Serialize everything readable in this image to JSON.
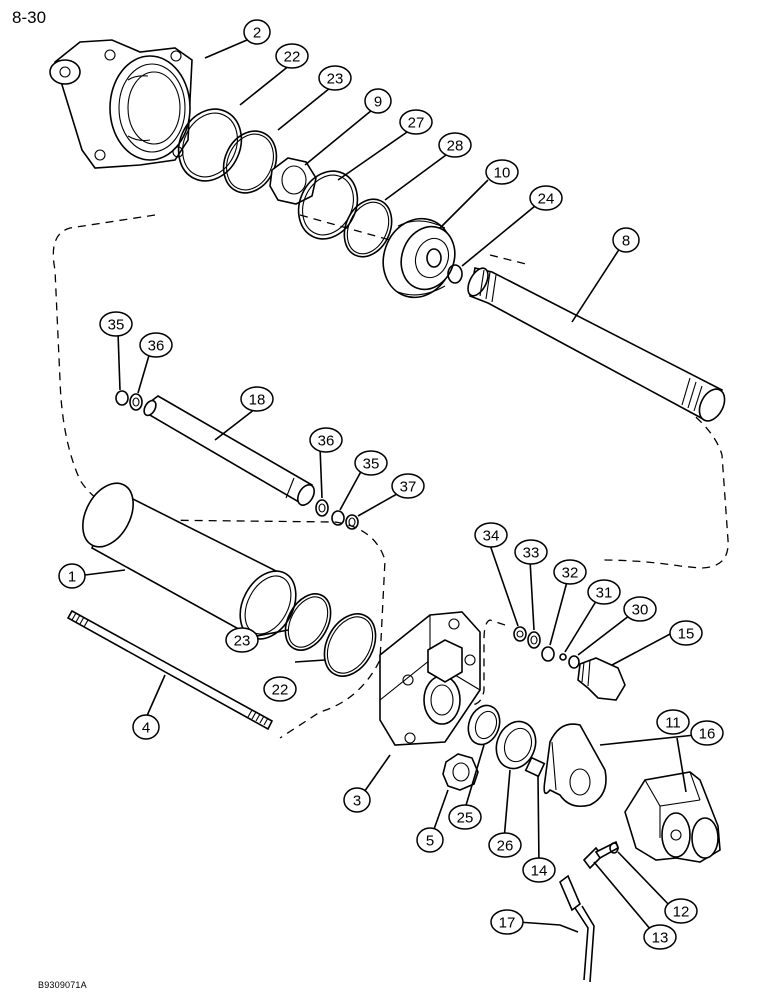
{
  "page_number": "8-30",
  "figure_code": "B9309071A",
  "callouts": [
    {
      "id": "c2",
      "label": "2"
    },
    {
      "id": "c22a",
      "label": "22"
    },
    {
      "id": "c23a",
      "label": "23"
    },
    {
      "id": "c9",
      "label": "9"
    },
    {
      "id": "c27",
      "label": "27"
    },
    {
      "id": "c28",
      "label": "28"
    },
    {
      "id": "c10",
      "label": "10"
    },
    {
      "id": "c24",
      "label": "24"
    },
    {
      "id": "c8",
      "label": "8"
    },
    {
      "id": "c35a",
      "label": "35"
    },
    {
      "id": "c36a",
      "label": "36"
    },
    {
      "id": "c18",
      "label": "18"
    },
    {
      "id": "c36b",
      "label": "36"
    },
    {
      "id": "c35b",
      "label": "35"
    },
    {
      "id": "c37",
      "label": "37"
    },
    {
      "id": "c1",
      "label": "1"
    },
    {
      "id": "c34",
      "label": "34"
    },
    {
      "id": "c33",
      "label": "33"
    },
    {
      "id": "c32",
      "label": "32"
    },
    {
      "id": "c31",
      "label": "31"
    },
    {
      "id": "c30",
      "label": "30"
    },
    {
      "id": "c15",
      "label": "15"
    },
    {
      "id": "c23b",
      "label": "23"
    },
    {
      "id": "c22b",
      "label": "22"
    },
    {
      "id": "c4",
      "label": "4"
    },
    {
      "id": "c16",
      "label": "16"
    },
    {
      "id": "c11",
      "label": "11"
    },
    {
      "id": "c3",
      "label": "3"
    },
    {
      "id": "c25",
      "label": "25"
    },
    {
      "id": "c26",
      "label": "26"
    },
    {
      "id": "c5",
      "label": "5"
    },
    {
      "id": "c14",
      "label": "14"
    },
    {
      "id": "c12",
      "label": "12"
    },
    {
      "id": "c13",
      "label": "13"
    },
    {
      "id": "c17",
      "label": "17"
    }
  ]
}
